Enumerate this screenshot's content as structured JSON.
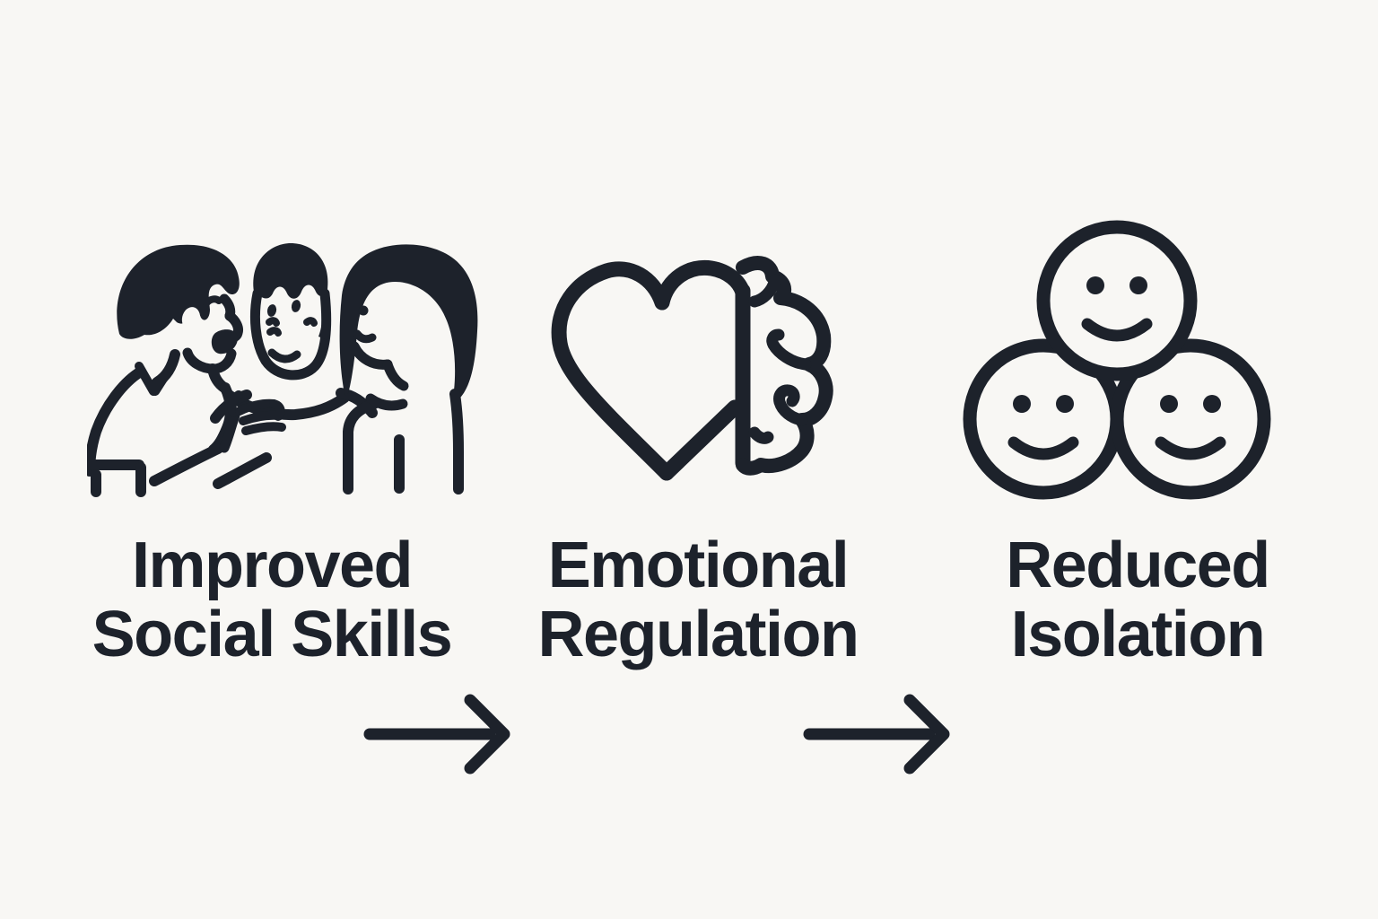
{
  "canvas": {
    "background_color": "#f8f7f4",
    "ink_color": "#1d222b"
  },
  "flow": {
    "type": "three-step benefit flow illustration",
    "steps": [
      {
        "id": "step-1",
        "icon": "people-talking-icon",
        "label_line1": "Improved",
        "label_line2": "Social Skills"
      },
      {
        "id": "step-2",
        "icon": "heart-brain-icon",
        "label_line1": "Emotional",
        "label_line2": "Regulation"
      },
      {
        "id": "step-3",
        "icon": "smiling-faces-icon",
        "label_line1": "Reduced",
        "label_line2": "Isolation"
      }
    ],
    "connectors": [
      {
        "id": "arrow-1",
        "icon": "right-arrow-icon",
        "direction": "right"
      },
      {
        "id": "arrow-2",
        "icon": "right-arrow-icon",
        "direction": "right"
      }
    ]
  }
}
